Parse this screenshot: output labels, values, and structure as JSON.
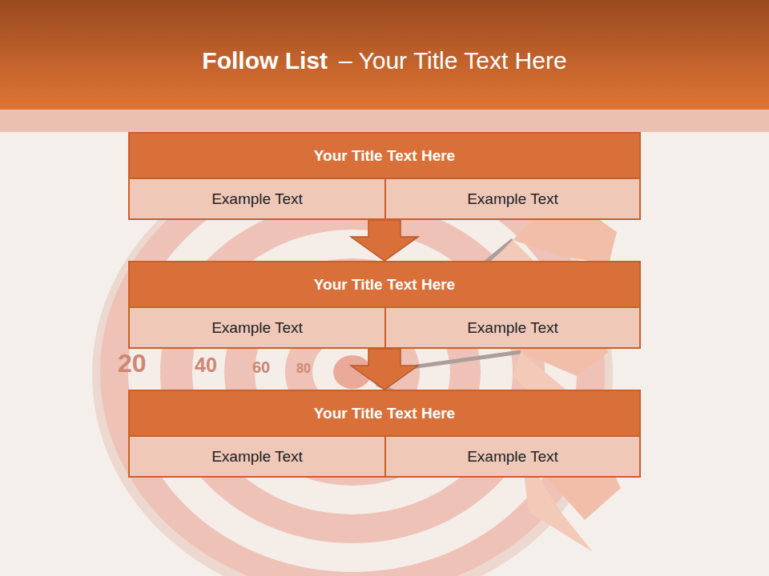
{
  "diagram": {
    "title": "Follow List",
    "nodes": [
      {
        "text": [
          "Your Title Text Here"
        ]
      },
      {
        "text": [
          "Example Text"
        ],
        "in": 0
      },
      {
        "text": [
          "Example Text"
        ],
        "in": 0
      },
      {
        "text": [
          "Your Title Text Here"
        ]
      },
      {
        "text": [
          "Example Text"
        ],
        "in": 3
      },
      {
        "text": [
          "Example Text"
        ],
        "in": 3
      },
      {
        "text": [
          "Your Title Text Here"
        ]
      },
      {
        "text": [
          "Example Text"
        ],
        "in": 6
      },
      {
        "text": [
          "Example Text"
        ],
        "in": 6
      }
    ],
    "edges": [
      {
        "from": 0,
        "to": 3,
        "arrow": "to"
      },
      {
        "from": 3,
        "to": 6,
        "arrow": "to"
      }
    ],
    "labels": [
      "– Your Title Text Here",
      "20",
      "40",
      "60",
      "80"
    ]
  }
}
